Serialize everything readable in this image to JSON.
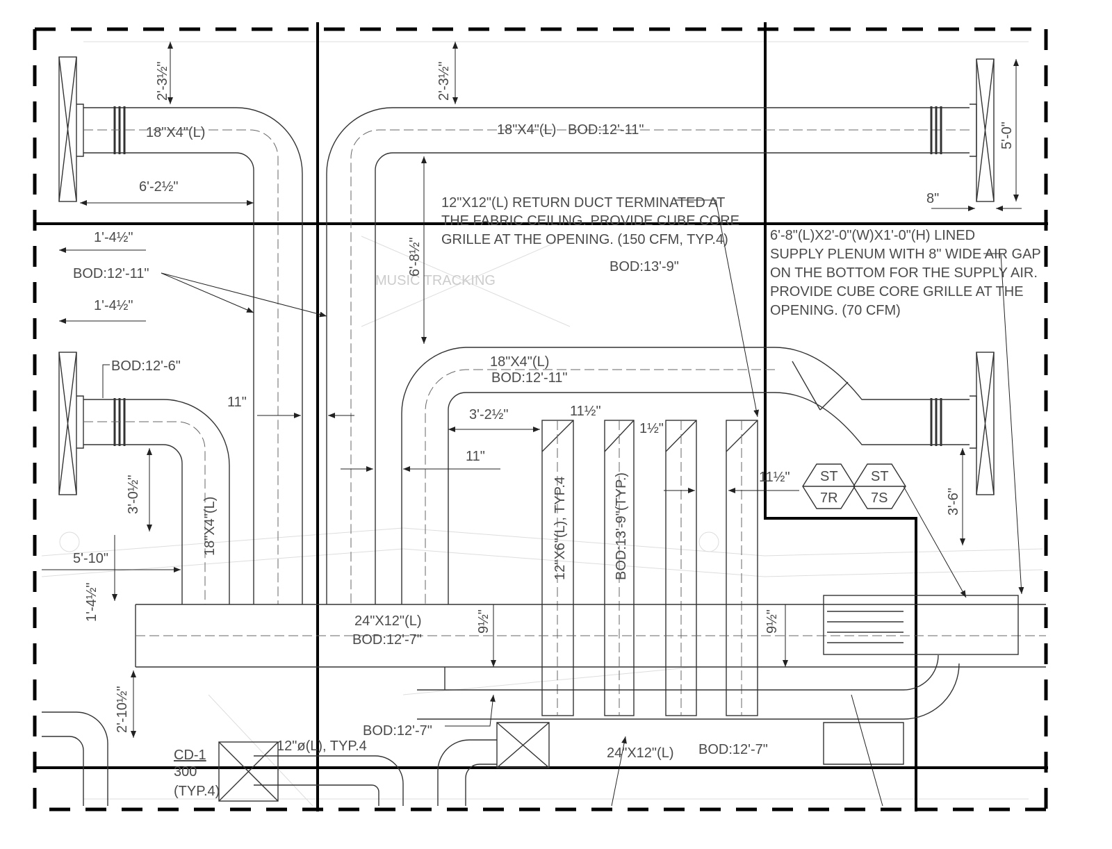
{
  "drawing": {
    "labels": {
      "dim_2_3_5_left": "2'-3½\"",
      "dim_2_3_5_mid": "2'-3½\"",
      "duct_18x4_top_left": "18\"X4\"(L)",
      "duct_18x4_top": "18\"X4\"(L)   BOD:12'-11\"",
      "dim_6_2_5": "6'-2½\"",
      "dim_6_8_5": "6'-8½\"",
      "dim_5_0": "5'-0\"",
      "dim_8": "8\"",
      "dim_1_4_5_a": "1'-4½\"",
      "dim_1_4_5_b": "1'-4½\"",
      "bod_12_11_left": "BOD:12'-11\"",
      "bod_13_9": "BOD:13'-9\"",
      "bod_12_6": "BOD:12'-6\"",
      "duct_18x4_mid": "18\"X4\"(L)",
      "bod_12_11_mid": "BOD:12'-11\"",
      "dim_11_left": "11\"",
      "dim_3_2_5": "3'-2½\"",
      "dim_11_5_a": "11½\"",
      "dim_1_5": "1½\"",
      "dim_11_mid": "11\"",
      "dim_11_5_b": "11½\"",
      "dim_3_0_5": "3'-0½\"",
      "duct_18x4_vert": "18\"X4\"(L)",
      "duct_12x6": "12\"X6\"(L), TYP.4",
      "bod_13_9_typ": "BOD:13'-9\"(TYP.)",
      "dim_3_6": "3'-6\"",
      "dim_5_10": "5'-10\"",
      "dim_1_4_5_c": "1'-4½\"",
      "duct_24x12_main": "24\"X12\"(L)",
      "bod_12_7_main": "BOD:12'-7\"",
      "dim_9_5_a": "9½\"",
      "dim_9_5_b": "9½\"",
      "dim_2_10_5": "2'-10½\"",
      "bod_12_7_lower": "BOD:12'-7\"",
      "duct_12_round": "12\"ø(L), TYP.4",
      "cd1_tag": "CD-1",
      "cd1_cfm": "300",
      "cd1_typ": "(TYP.4)",
      "duct_24x12_bottom": "24\"X12\"(L)",
      "bod_12_7_bottom": "BOD:12'-7\"",
      "bg_room_label": "MUSIC TRACKING"
    },
    "note_return_duct": [
      "12\"X12\"(L) RETURN DUCT TERMINATED AT",
      "THE FABRIC CEILING. PROVIDE CUBE CORE",
      "GRILLE AT THE OPENING. (150 CFM, TYP.4)"
    ],
    "note_plenum": [
      "6'-8\"(L)X2'-0\"(W)X1'-0\"(H) LINED",
      "SUPPLY PLENUM WITH 8\" WIDE AIR GAP",
      "ON THE BOTTOM FOR THE SUPPLY AIR.",
      "PROVIDE CUBE CORE GRILLE AT THE",
      "OPENING. (70 CFM)"
    ],
    "tags": [
      {
        "top": "ST",
        "bottom": "7R"
      },
      {
        "top": "ST",
        "bottom": "7S"
      }
    ]
  }
}
